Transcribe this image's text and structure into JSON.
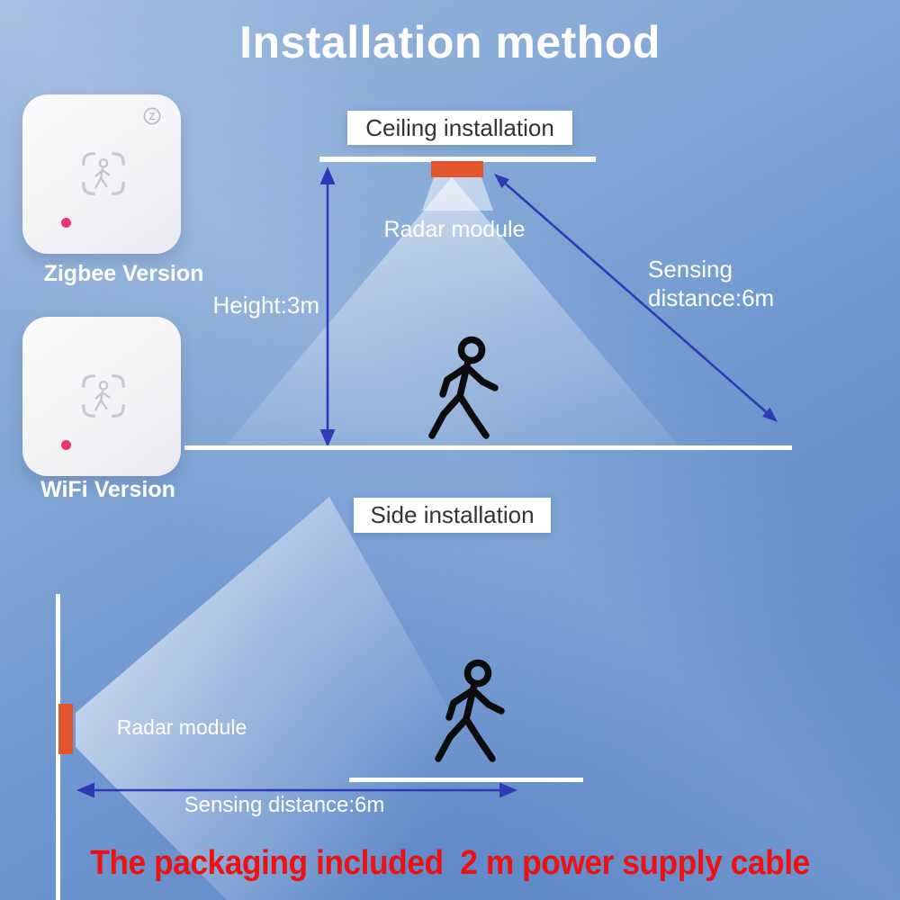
{
  "title": "Installation method",
  "devices": {
    "zigbee": {
      "label": "Zigbee Version",
      "logo": "Z"
    },
    "wifi": {
      "label": "WiFi Version"
    }
  },
  "ceiling": {
    "heading": "Ceiling installation",
    "radar_label": "Radar module",
    "height_label": "Height:3m",
    "sensing_line1": "Sensing",
    "sensing_line2": "distance:6m"
  },
  "side": {
    "heading": "Side installation",
    "radar_label": "Radar module",
    "sensing_label": "Sensing distance:6m"
  },
  "footer": {
    "note": "The packaging included  2 m power supply cable"
  },
  "colors": {
    "background_top": "#9cb8df",
    "background_bottom": "#5a85c7",
    "arrow_blue": "#2e3ab8",
    "module_orange": "#e5552d",
    "led_pink": "#f0336b",
    "note_red": "#ee1111",
    "heading_text": "#333333",
    "label_text": "#ffffff"
  }
}
